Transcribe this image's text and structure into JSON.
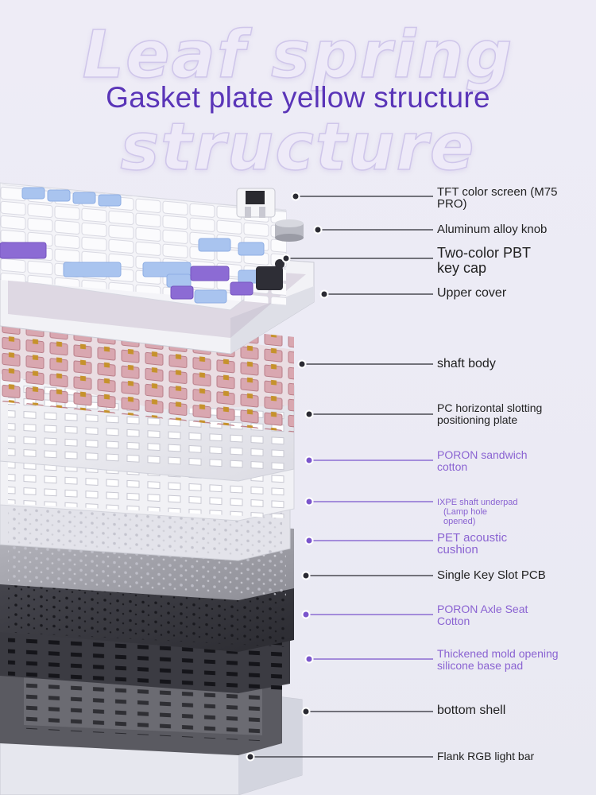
{
  "background_title": {
    "line1": "Leaf spring",
    "line2": "structure"
  },
  "title": "Gasket plate yellow structure",
  "colors": {
    "accent": "#5a35b8",
    "label_purple": "#8a63d2",
    "label_dark": "#222222",
    "dot_dark": "#2a2a32",
    "dot_purple": "#7a55cc"
  },
  "callouts": [
    {
      "line1": "TFT color screen (M75",
      "line2": "PRO)",
      "style": "dark",
      "dot": "dark"
    },
    {
      "line1": "Aluminum alloy knob",
      "line2": "",
      "style": "dark",
      "dot": "dark"
    },
    {
      "line1": "Two-color PBT",
      "line2": "key cap",
      "style": "big",
      "dot": "dark"
    },
    {
      "line1": "Upper cover",
      "line2": "",
      "style": "dark",
      "dot": "dark"
    },
    {
      "line1": "shaft body",
      "line2": "",
      "style": "dark",
      "dot": "dark"
    },
    {
      "line1": "PC horizontal slotting",
      "line2": "positioning plate",
      "style": "dark",
      "dot": "dark"
    },
    {
      "line1": "PORON sandwich",
      "line2": "cotton",
      "style": "purple",
      "dot": "purple"
    },
    {
      "line1": "IXPE shaft underpad",
      "line2": "(Lamp hole",
      "line3": "opened)",
      "style": "small",
      "dot": "purple"
    },
    {
      "line1": "PET acoustic",
      "line2": "cushion",
      "style": "purple",
      "dot": "purple"
    },
    {
      "line1": "Single Key Slot PCB",
      "line2": "",
      "style": "dark",
      "dot": "dark"
    },
    {
      "line1": "PORON Axle Seat",
      "line2": "Cotton",
      "style": "purple",
      "dot": "purple"
    },
    {
      "line1": "Thickened mold opening",
      "line2": "silicone base pad",
      "style": "purple",
      "dot": "purple"
    },
    {
      "line1": "bottom shell",
      "line2": "",
      "style": "dark",
      "dot": "dark"
    },
    {
      "line1": "Flank RGB light bar",
      "line2": "",
      "style": "dark",
      "dot": "dark"
    }
  ]
}
